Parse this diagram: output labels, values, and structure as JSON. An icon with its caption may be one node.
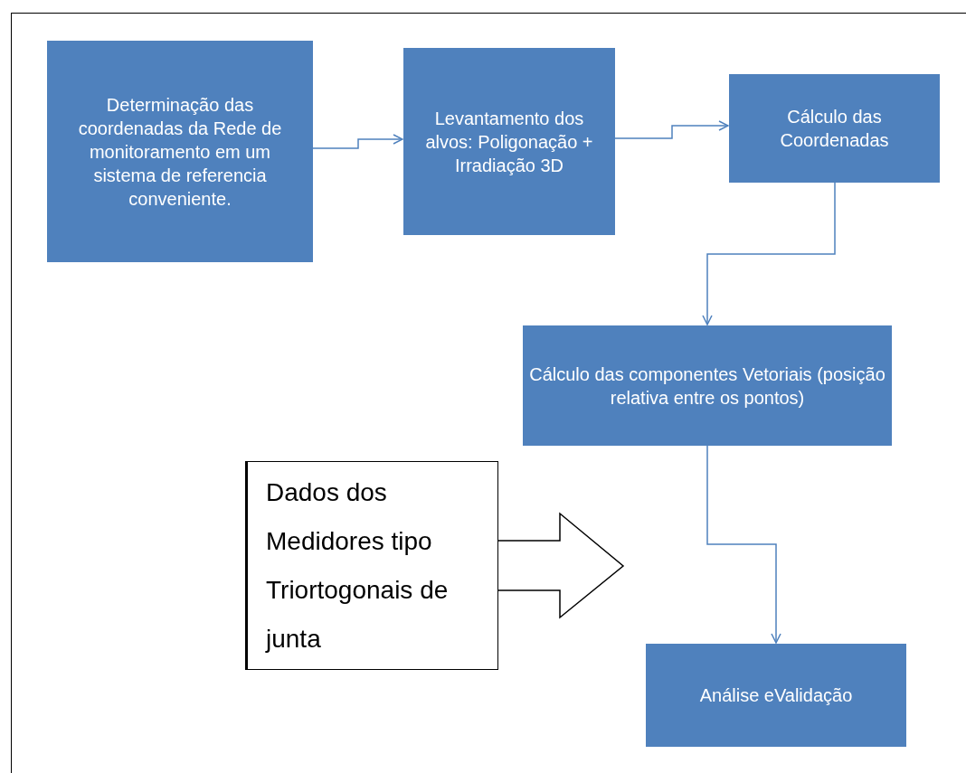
{
  "diagram": {
    "nodes": [
      {
        "text": [
          "Determinação das coordenadas da Rede de monitoramento em um sistema de referencia conveniente."
        ]
      },
      {
        "text": [
          "Levantamento dos alvos: Poligonação + Irradiação 3D"
        ]
      },
      {
        "text": [
          "Cálculo das Coordenadas"
        ]
      },
      {
        "text": [
          "Cálculo das componentes Vetoriais (posição relativa entre os pontos)"
        ]
      },
      {
        "text": [
          "Dados dos Medidores tipo Triortogonais de junta"
        ]
      },
      {
        "text": [
          "Análise eValidação"
        ]
      }
    ],
    "edges": [
      {
        "from": 0,
        "to": 1,
        "arrow": "to"
      },
      {
        "from": 1,
        "to": 2,
        "arrow": "to"
      },
      {
        "from": 2,
        "to": 3,
        "arrow": "to"
      },
      {
        "from": 3,
        "to": 5,
        "arrow": "to"
      },
      {
        "from": 4,
        "to": null,
        "arrow": "to",
        "style": "thick",
        "color": "#000000"
      }
    ]
  }
}
